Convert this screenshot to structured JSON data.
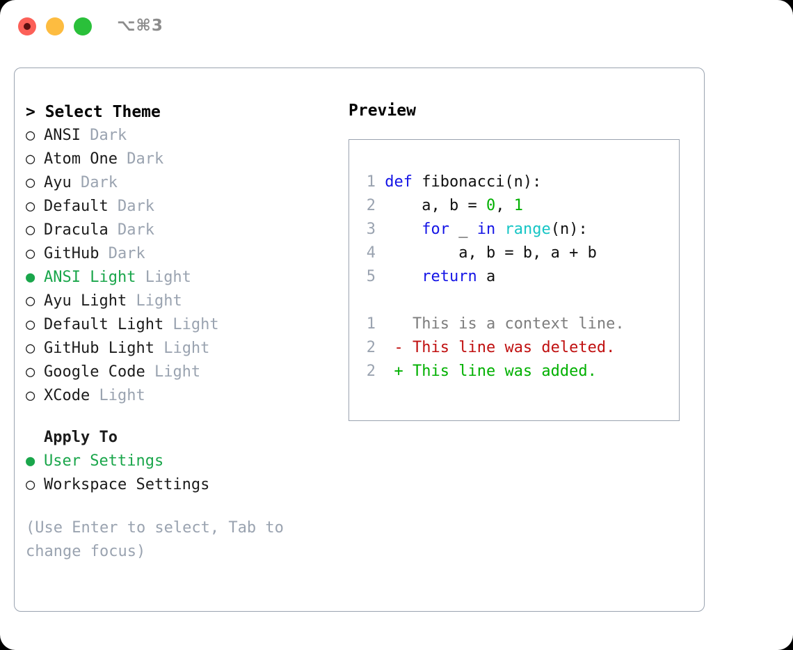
{
  "titlebar": {
    "shortcut": "⌥⌘3",
    "buttons": {
      "close": "close",
      "minimize": "minimize",
      "maximize": "maximize"
    }
  },
  "theme_panel": {
    "header": "> Select Theme",
    "selected_marker": "●",
    "unselected_marker": "○",
    "themes": [
      {
        "name": "ANSI",
        "tag": "Dark",
        "selected": false
      },
      {
        "name": "Atom One",
        "tag": "Dark",
        "selected": false
      },
      {
        "name": "Ayu",
        "tag": "Dark",
        "selected": false
      },
      {
        "name": "Default",
        "tag": "Dark",
        "selected": false
      },
      {
        "name": "Dracula",
        "tag": "Dark",
        "selected": false
      },
      {
        "name": "GitHub",
        "tag": "Dark",
        "selected": false
      },
      {
        "name": "ANSI Light",
        "tag": "Light",
        "selected": true
      },
      {
        "name": "Ayu Light",
        "tag": "Light",
        "selected": false
      },
      {
        "name": "Default Light",
        "tag": "Light",
        "selected": false
      },
      {
        "name": "GitHub Light",
        "tag": "Light",
        "selected": false
      },
      {
        "name": "Google Code",
        "tag": "Light",
        "selected": false
      },
      {
        "name": "XCode",
        "tag": "Light",
        "selected": false
      }
    ],
    "apply_to": {
      "label": "Apply To",
      "options": [
        {
          "name": "User Settings",
          "selected": true
        },
        {
          "name": "Workspace Settings",
          "selected": false
        }
      ]
    },
    "hint": "(Use Enter to select, Tab to change focus)"
  },
  "preview": {
    "title": "Preview",
    "code_lines": [
      {
        "num": "1",
        "tokens": [
          {
            "t": "def",
            "c": "kw"
          },
          {
            "t": " fibonacci(n):",
            "c": "plain"
          }
        ]
      },
      {
        "num": "2",
        "tokens": [
          {
            "t": "    a, b = ",
            "c": "plain"
          },
          {
            "t": "0",
            "c": "num"
          },
          {
            "t": ", ",
            "c": "plain"
          },
          {
            "t": "1",
            "c": "num"
          }
        ]
      },
      {
        "num": "3",
        "tokens": [
          {
            "t": "    ",
            "c": "plain"
          },
          {
            "t": "for",
            "c": "kw"
          },
          {
            "t": " _ ",
            "c": "plain"
          },
          {
            "t": "in",
            "c": "kw"
          },
          {
            "t": " ",
            "c": "plain"
          },
          {
            "t": "range",
            "c": "builtin"
          },
          {
            "t": "(n):",
            "c": "plain"
          }
        ]
      },
      {
        "num": "4",
        "tokens": [
          {
            "t": "        a, b = b, a + b",
            "c": "plain"
          }
        ]
      },
      {
        "num": "5",
        "tokens": [
          {
            "t": "    ",
            "c": "plain"
          },
          {
            "t": "return",
            "c": "kw"
          },
          {
            "t": " a",
            "c": "plain"
          }
        ]
      }
    ],
    "diff_lines": [
      {
        "num": "1",
        "marker": " ",
        "text": " This is a context line.",
        "kind": "ctx"
      },
      {
        "num": "2",
        "marker": "-",
        "text": " This line was deleted.",
        "kind": "del"
      },
      {
        "num": "2",
        "marker": "+",
        "text": " This line was added.",
        "kind": "add"
      }
    ]
  },
  "colors": {
    "accent_green": "#1aa64b",
    "muted": "#9aa3b0",
    "keyword": "#1414e6",
    "builtin": "#15c5c5",
    "number": "#00b000",
    "diff_delete": "#c01010",
    "diff_add": "#00b000",
    "border": "#9aa3b0"
  }
}
